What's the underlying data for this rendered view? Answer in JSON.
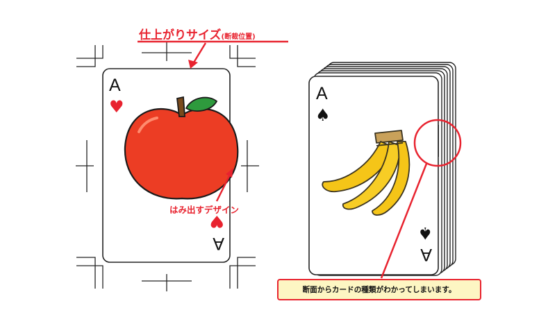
{
  "labels": {
    "trim_size_main": "仕上がりサイズ",
    "trim_size_sub": "(断裁位置)",
    "bleed_design": "はみ出すデザイン",
    "edge_note": "断面からカードの種類がわかってしまいます。"
  },
  "cards": {
    "left_rank": "A",
    "left_suit": "♥",
    "right_rank": "A",
    "right_suit": "♠"
  },
  "colors": {
    "accent_red": "#e8232f",
    "apple_red": "#ec3d24",
    "leaf_green": "#2e9a3d",
    "banana_yellow": "#f5c518",
    "note_bg": "#fdf6c3"
  }
}
